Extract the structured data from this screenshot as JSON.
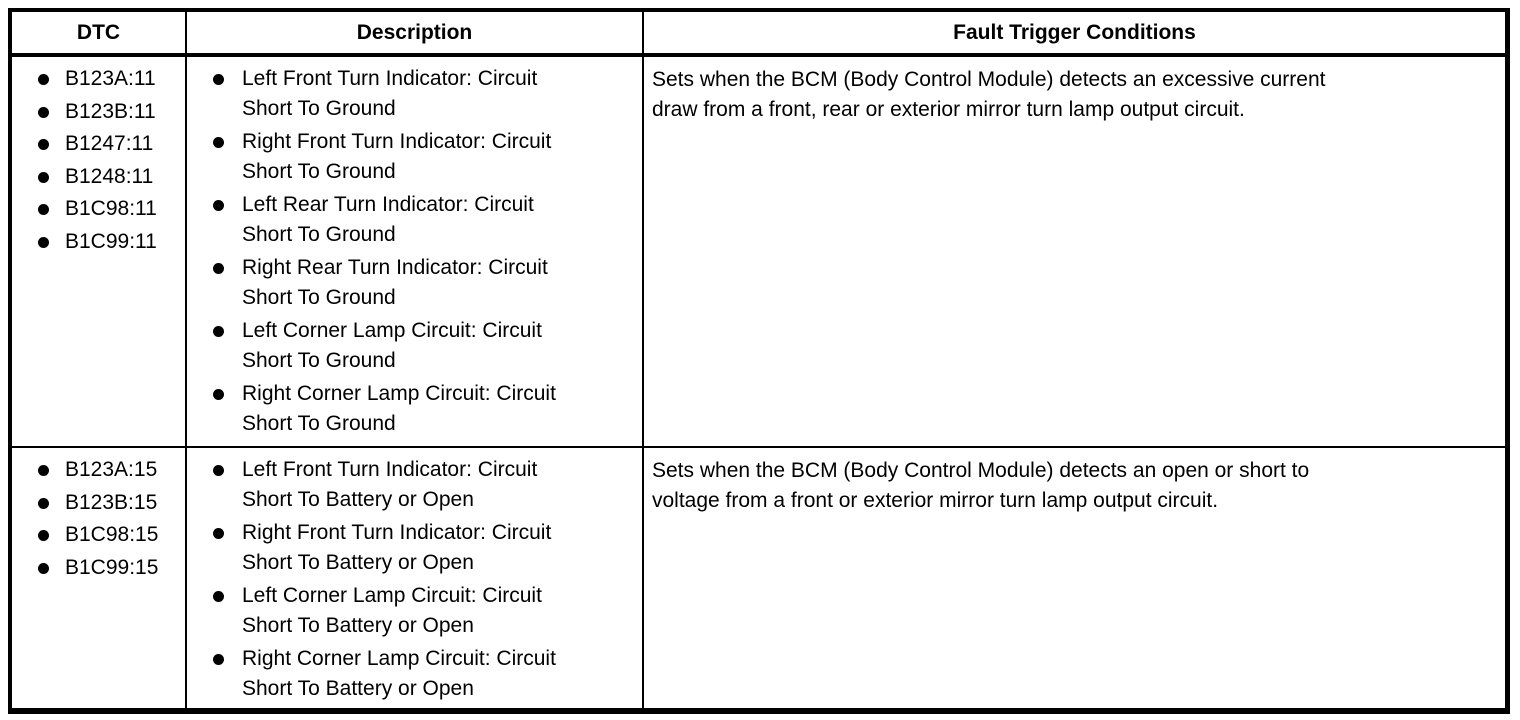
{
  "colors": {
    "background": "#ffffff",
    "border": "#000000",
    "text": "#000000"
  },
  "table": {
    "headers": [
      "DTC",
      "Description",
      "Fault Trigger Conditions"
    ],
    "rows": [
      {
        "dtc_codes": [
          "B123A:11",
          "B123B:11",
          "B1247:11",
          "B1248:11",
          "B1C98:11",
          "B1C99:11"
        ],
        "descriptions": [
          "Left Front Turn Indicator: Circuit\nShort To Ground",
          "Right Front Turn Indicator: Circuit\nShort To Ground",
          "Left Rear Turn Indicator: Circuit\nShort To Ground",
          "Right Rear Turn Indicator: Circuit\nShort To Ground",
          "Left Corner Lamp Circuit: Circuit\nShort To Ground",
          "Right Corner Lamp Circuit: Circuit\nShort To Ground"
        ],
        "fault_trigger": "Sets when the BCM (Body Control Module) detects an excessive current\ndraw from a front, rear or exterior mirror turn lamp output circuit."
      },
      {
        "dtc_codes": [
          "B123A:15",
          "B123B:15",
          "B1C98:15",
          "B1C99:15"
        ],
        "descriptions": [
          "Left Front Turn Indicator: Circuit\nShort To Battery or Open",
          "Right Front Turn Indicator: Circuit\nShort To Battery or Open",
          "Left Corner Lamp Circuit: Circuit\nShort To Battery or Open",
          "Right Corner Lamp Circuit: Circuit\nShort To Battery or Open"
        ],
        "fault_trigger": "Sets when the BCM (Body Control Module) detects an open or short to\nvoltage from a front or exterior mirror turn lamp output circuit."
      }
    ]
  }
}
